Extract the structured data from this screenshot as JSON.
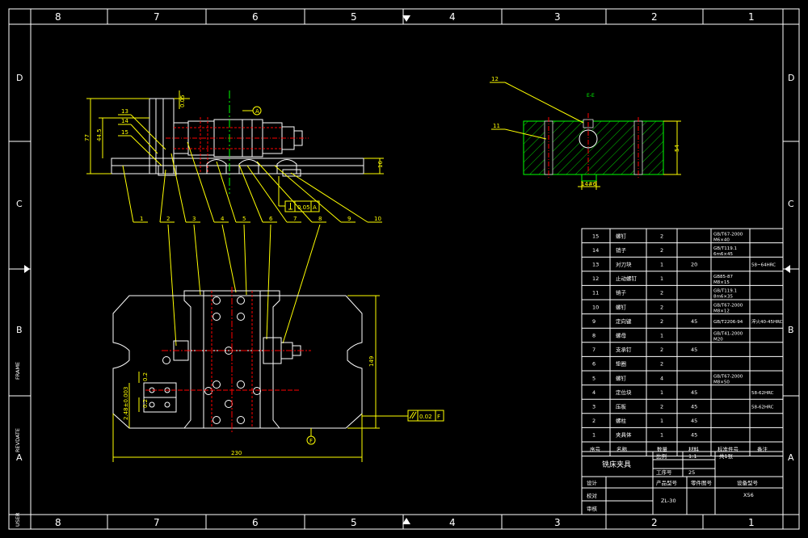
{
  "frame": {
    "columns": [
      "8",
      "7",
      "6",
      "5",
      "4",
      "3",
      "2",
      "1"
    ],
    "rows": [
      "D",
      "C",
      "B",
      "A"
    ],
    "side_labels": [
      "FRAME",
      "REVDATE",
      "USER"
    ]
  },
  "top_view": {
    "dimensions": {
      "height_total": "77",
      "height_inner": "44.5",
      "right": "16"
    },
    "part_labels": [
      "1",
      "2",
      "3",
      "4",
      "5",
      "6",
      "7",
      "8",
      "9",
      "10"
    ],
    "side_callouts": [
      "13",
      "14",
      "15"
    ],
    "perp_tol": {
      "value": "0.05",
      "datum": "A"
    },
    "datum_label": "A"
  },
  "section_view": {
    "title": "E-E",
    "labels": [
      "12",
      "11"
    ],
    "dim_right": "54",
    "dim_bottom": "14#6"
  },
  "plan_view": {
    "width_dim": "230",
    "height_dim": "149",
    "parallel_tol": {
      "value": "0.02",
      "datum": "F"
    },
    "datum_label": "F"
  },
  "bom": {
    "rows": [
      {
        "no": "15",
        "name": "螺钉",
        "qty": "2",
        "mat": "",
        "std": "GB/T67-2000\nM6×40",
        "note": ""
      },
      {
        "no": "14",
        "name": "销子",
        "qty": "2",
        "mat": "",
        "std": "GB/T119.1\n6m6×45",
        "note": ""
      },
      {
        "no": "13",
        "name": "对刀块",
        "qty": "1",
        "mat": "20",
        "std": "",
        "note": "58~64HRC"
      },
      {
        "no": "12",
        "name": "止动螺钉",
        "qty": "1",
        "mat": "",
        "std": "GB85-87\nM8×15",
        "note": ""
      },
      {
        "no": "11",
        "name": "销子",
        "qty": "2",
        "mat": "",
        "std": "GB/T119.1\n8m6×35",
        "note": ""
      },
      {
        "no": "10",
        "name": "螺钉",
        "qty": "2",
        "mat": "",
        "std": "GB/T67-2000\nM8×12",
        "note": ""
      },
      {
        "no": "9",
        "name": "定向键",
        "qty": "2",
        "mat": "45",
        "std": "GB/T2206-94",
        "note": "淬火40-45HRC"
      },
      {
        "no": "8",
        "name": "螺母",
        "qty": "1",
        "mat": "",
        "std": "GB/T41-2000\nM20",
        "note": ""
      },
      {
        "no": "7",
        "name": "支承钉",
        "qty": "2",
        "mat": "45",
        "std": "",
        "note": ""
      },
      {
        "no": "6",
        "name": "垫圈",
        "qty": "2",
        "mat": "",
        "std": "",
        "note": ""
      },
      {
        "no": "5",
        "name": "螺钉",
        "qty": "4",
        "mat": "",
        "std": "GB/T67-2000\nM8×50",
        "note": ""
      },
      {
        "no": "4",
        "name": "定位块",
        "qty": "1",
        "mat": "45",
        "std": "",
        "note": "58-62HRC"
      },
      {
        "no": "3",
        "name": "压板",
        "qty": "2",
        "mat": "45",
        "std": "",
        "note": "58-62HRC"
      },
      {
        "no": "2",
        "name": "螺柱",
        "qty": "1",
        "mat": "45",
        "std": "",
        "note": ""
      },
      {
        "no": "1",
        "name": "夹具体",
        "qty": "1",
        "mat": "45",
        "std": "",
        "note": ""
      }
    ],
    "header": {
      "no": "序号",
      "name": "名称",
      "qty": "数量",
      "mat": "材料",
      "std": "标准件号",
      "note": "备注"
    }
  },
  "title_block": {
    "title": "铣床夹具",
    "scale_label": "比例",
    "scale_value": "1:1",
    "sheets": "共1张",
    "process_label": "工序号",
    "process_value": "25",
    "design": "设计",
    "check": "校对",
    "review": "审核",
    "product_label": "产品型号",
    "part_label": "零件图号",
    "equip_label": "设备型号",
    "product_value": "ZL-30",
    "equip_value": "X56"
  },
  "colors": {
    "frame": "#ffffff",
    "dim": "#ffff00",
    "center": "#ff0000",
    "section": "#00ff00"
  }
}
